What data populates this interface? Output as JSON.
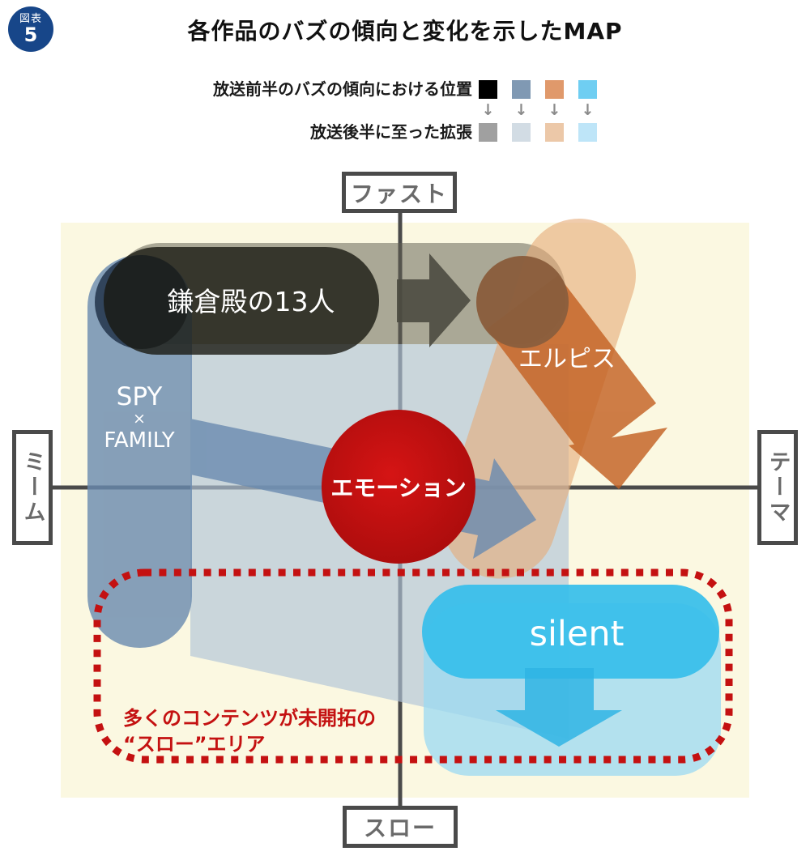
{
  "badge": {
    "label": "図表",
    "number": "5"
  },
  "title": "各作品のバズの傾向と変化を示したMAP",
  "legend": {
    "row1_label": "放送前半のバズの傾向における位置",
    "row2_label": "放送後半に至った拡張",
    "arrow_glyph": "↓",
    "row1_colors": [
      "#000000",
      "#8099B3",
      "#E0996B",
      "#6FCEF2"
    ],
    "row2_colors": [
      "#A0A0A0",
      "#D2DCE4",
      "#ECC8A8",
      "#BEE5F8"
    ]
  },
  "axes": {
    "top": "ファスト",
    "bottom": "スロー",
    "left": "ミーム",
    "right": "テーマ"
  },
  "map": {
    "kamakura_label": "鎌倉殿の13人",
    "spy_line1": "SPY",
    "spy_line2": "×",
    "spy_line3": "FAMILY",
    "elpis_label": "エルピス",
    "silent_label": "silent",
    "emotion_label": "エモーション",
    "annotation_line1": "多くのコンテンツが未開拓の",
    "annotation_line2": "“スロー”エリア"
  },
  "colors": {
    "map_bg": "#FBF8E1",
    "axis": "#4A4A4A",
    "badge_bg": "#174689",
    "red_accent": "#C41111",
    "emotion_red": "#D51414",
    "emotion_red_edge": "#A90C0C",
    "kamakura_dark": "#191911",
    "kamakura_arrow": "#4B4A40",
    "kamakura_light": "#5F5D50",
    "spy_dark": "#698AAF",
    "spy_start_circle": "#2E4157",
    "spy_light": "#AFC3D7",
    "elpis_dark": "#C36223",
    "elpis_start_circle": "#8A5E3D",
    "elpis_light": "#E6AA76",
    "silent_dark": "#37BEEB",
    "silent_arrow": "#2FB4E4",
    "silent_light": "#9BDAF2"
  }
}
